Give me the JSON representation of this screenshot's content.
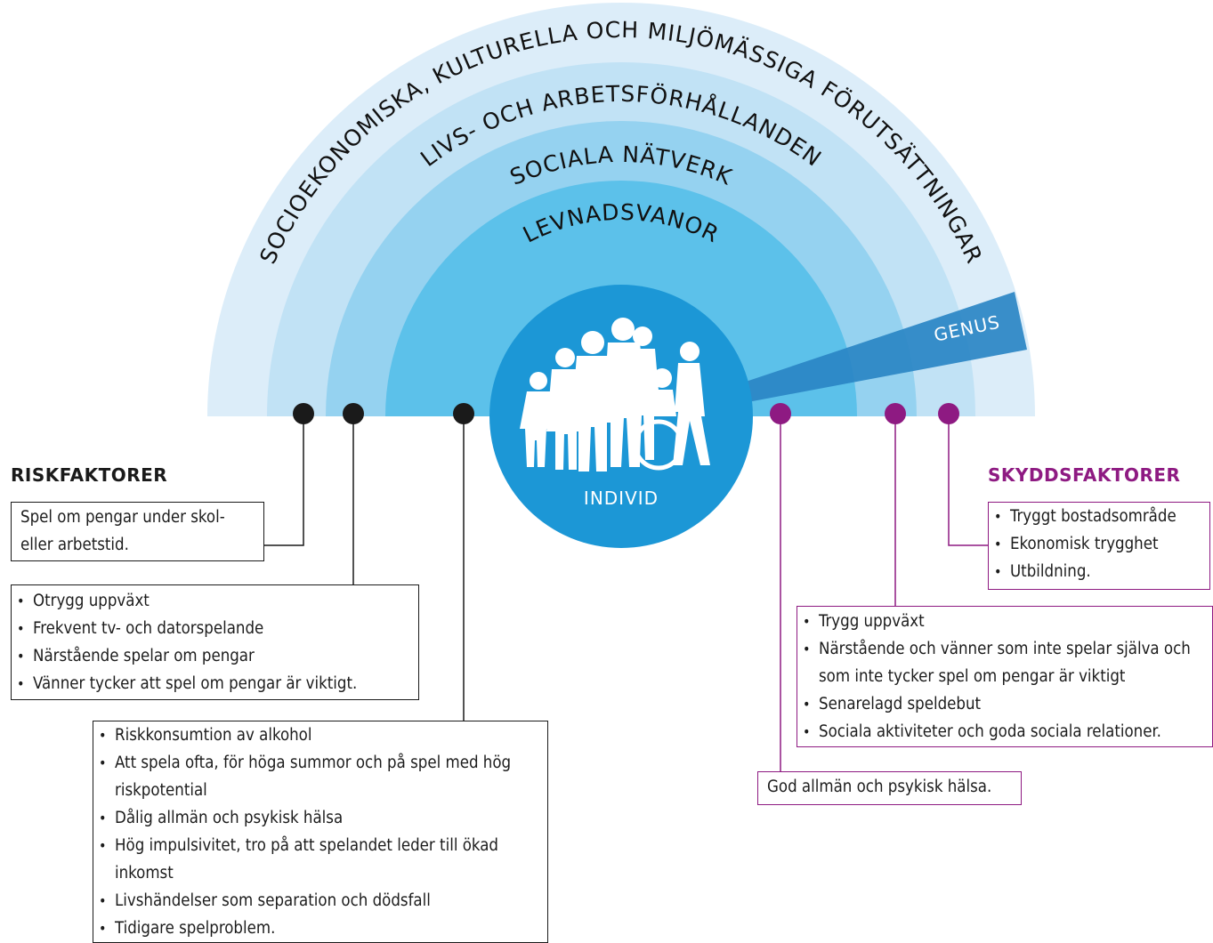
{
  "rings": {
    "socioeconomic": "SOCIOEKONOMISKA, KULTURELLA OCH MILJÖMÄSSIGA FÖRUTSÄTTNINGAR",
    "living_working": "LIVS- OCH ARBETSFÖRHÅLLANDEN",
    "social_networks": "SOCIALA NÄTVERK",
    "lifestyle": "LEVNADSVANOR",
    "gender": "GENUS",
    "individual": "INDIVID"
  },
  "colors": {
    "ring_outer": "#dcedf9",
    "ring_2": "#c1e2f5",
    "ring_3": "#95d2f0",
    "ring_4": "#5cc1ea",
    "individual": "#1c97d6",
    "gender_band": "#2a86c4",
    "risk": "#1a1a1a",
    "protect": "#8e1a82"
  },
  "risk": {
    "heading": "RISKFAKTORER",
    "box1": [
      "Spel om pengar under skol-",
      "eller arbetstid."
    ],
    "box2": [
      "Otrygg uppväxt",
      "Frekvent tv- och datorspelande",
      "Närstående spelar om pengar",
      "Vänner tycker att spel om pengar är viktigt."
    ],
    "box3": [
      "Riskkonsumtion av alkohol",
      "Att spela ofta, för höga summor och på spel med hög riskpotential",
      "Dålig allmän och psykisk hälsa",
      "Hög impulsivitet, tro på att spelandet leder till ökad inkomst",
      "Livshändelser som separation och dödsfall",
      "Tidigare spelproblem."
    ]
  },
  "protect": {
    "heading": "SKYDDSFAKTORER",
    "box1": [
      "Tryggt bostadsområde",
      "Ekonomisk trygghet",
      "Utbildning."
    ],
    "box2": [
      "Trygg uppväxt",
      "Närstående och vänner som inte spelar själva och som inte tycker spel om pengar är viktigt",
      "Senarelagd speldebut",
      "Sociala aktiviteter och goda sociala relationer."
    ],
    "box3": "God allmän och psykisk hälsa."
  }
}
